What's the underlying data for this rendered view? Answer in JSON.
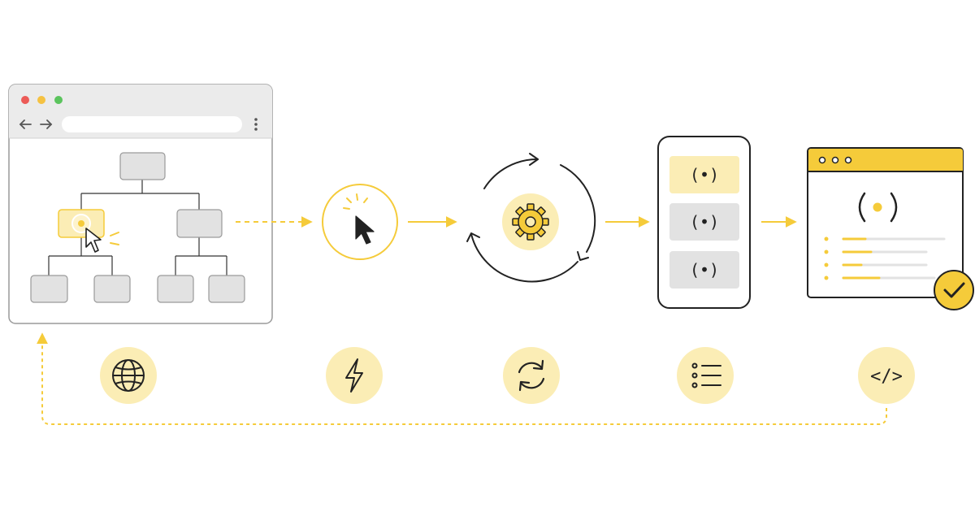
{
  "colors": {
    "accent": "#F5CB3A",
    "accent_light": "#FBEDB5",
    "accent_pale": "#FDF3CC",
    "stroke": "#222222",
    "gray_node": "#E2E2E2",
    "gray_stroke": "#9A9A9A",
    "window_chrome": "#EBEBEB",
    "dot_red": "#EC5B57",
    "dot_yellow": "#F5C242",
    "dot_green": "#5BC45D"
  },
  "stages": [
    {
      "id": "browser",
      "icon": "globe-icon"
    },
    {
      "id": "click",
      "icon": "lightning-icon"
    },
    {
      "id": "process",
      "icon": "refresh-icon"
    },
    {
      "id": "queue",
      "icon": "list-icon"
    },
    {
      "id": "output",
      "icon": "code-icon"
    }
  ],
  "glyphs": {
    "signal": "(•)",
    "code": "</>"
  }
}
